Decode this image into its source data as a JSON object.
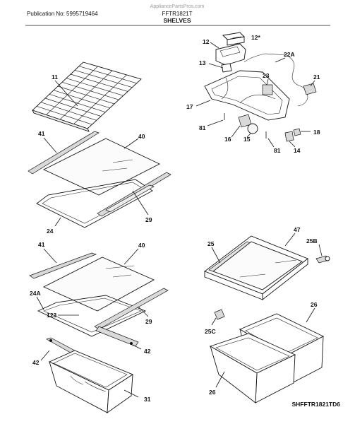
{
  "header": {
    "site": "AppliancePartsPros.com",
    "publication": "Publication No: 5995719464",
    "model": "FFTR1821T",
    "section": "SHELVES"
  },
  "footer": {
    "diagram_code": "SHFFTR1821TD6"
  },
  "callouts": {
    "c12s": "12*",
    "c12": "12",
    "c22a": "22A",
    "c13": "13",
    "c23": "23",
    "c21": "21",
    "c17": "17",
    "c81a": "81",
    "c16": "16",
    "c15": "15",
    "c18": "18",
    "c81b": "81",
    "c14": "14",
    "c11": "11",
    "c41a": "41",
    "c40a": "40",
    "c29a": "29",
    "c24": "24",
    "c41b": "41",
    "c40b": "40",
    "c24a": "24A",
    "c123": "123",
    "c29b": "29",
    "c42a": "42",
    "c42b": "42",
    "c31": "31",
    "c25": "25",
    "c47": "47",
    "c25b": "25B",
    "c25c": "25C",
    "c26a": "26",
    "c26b": "26"
  }
}
